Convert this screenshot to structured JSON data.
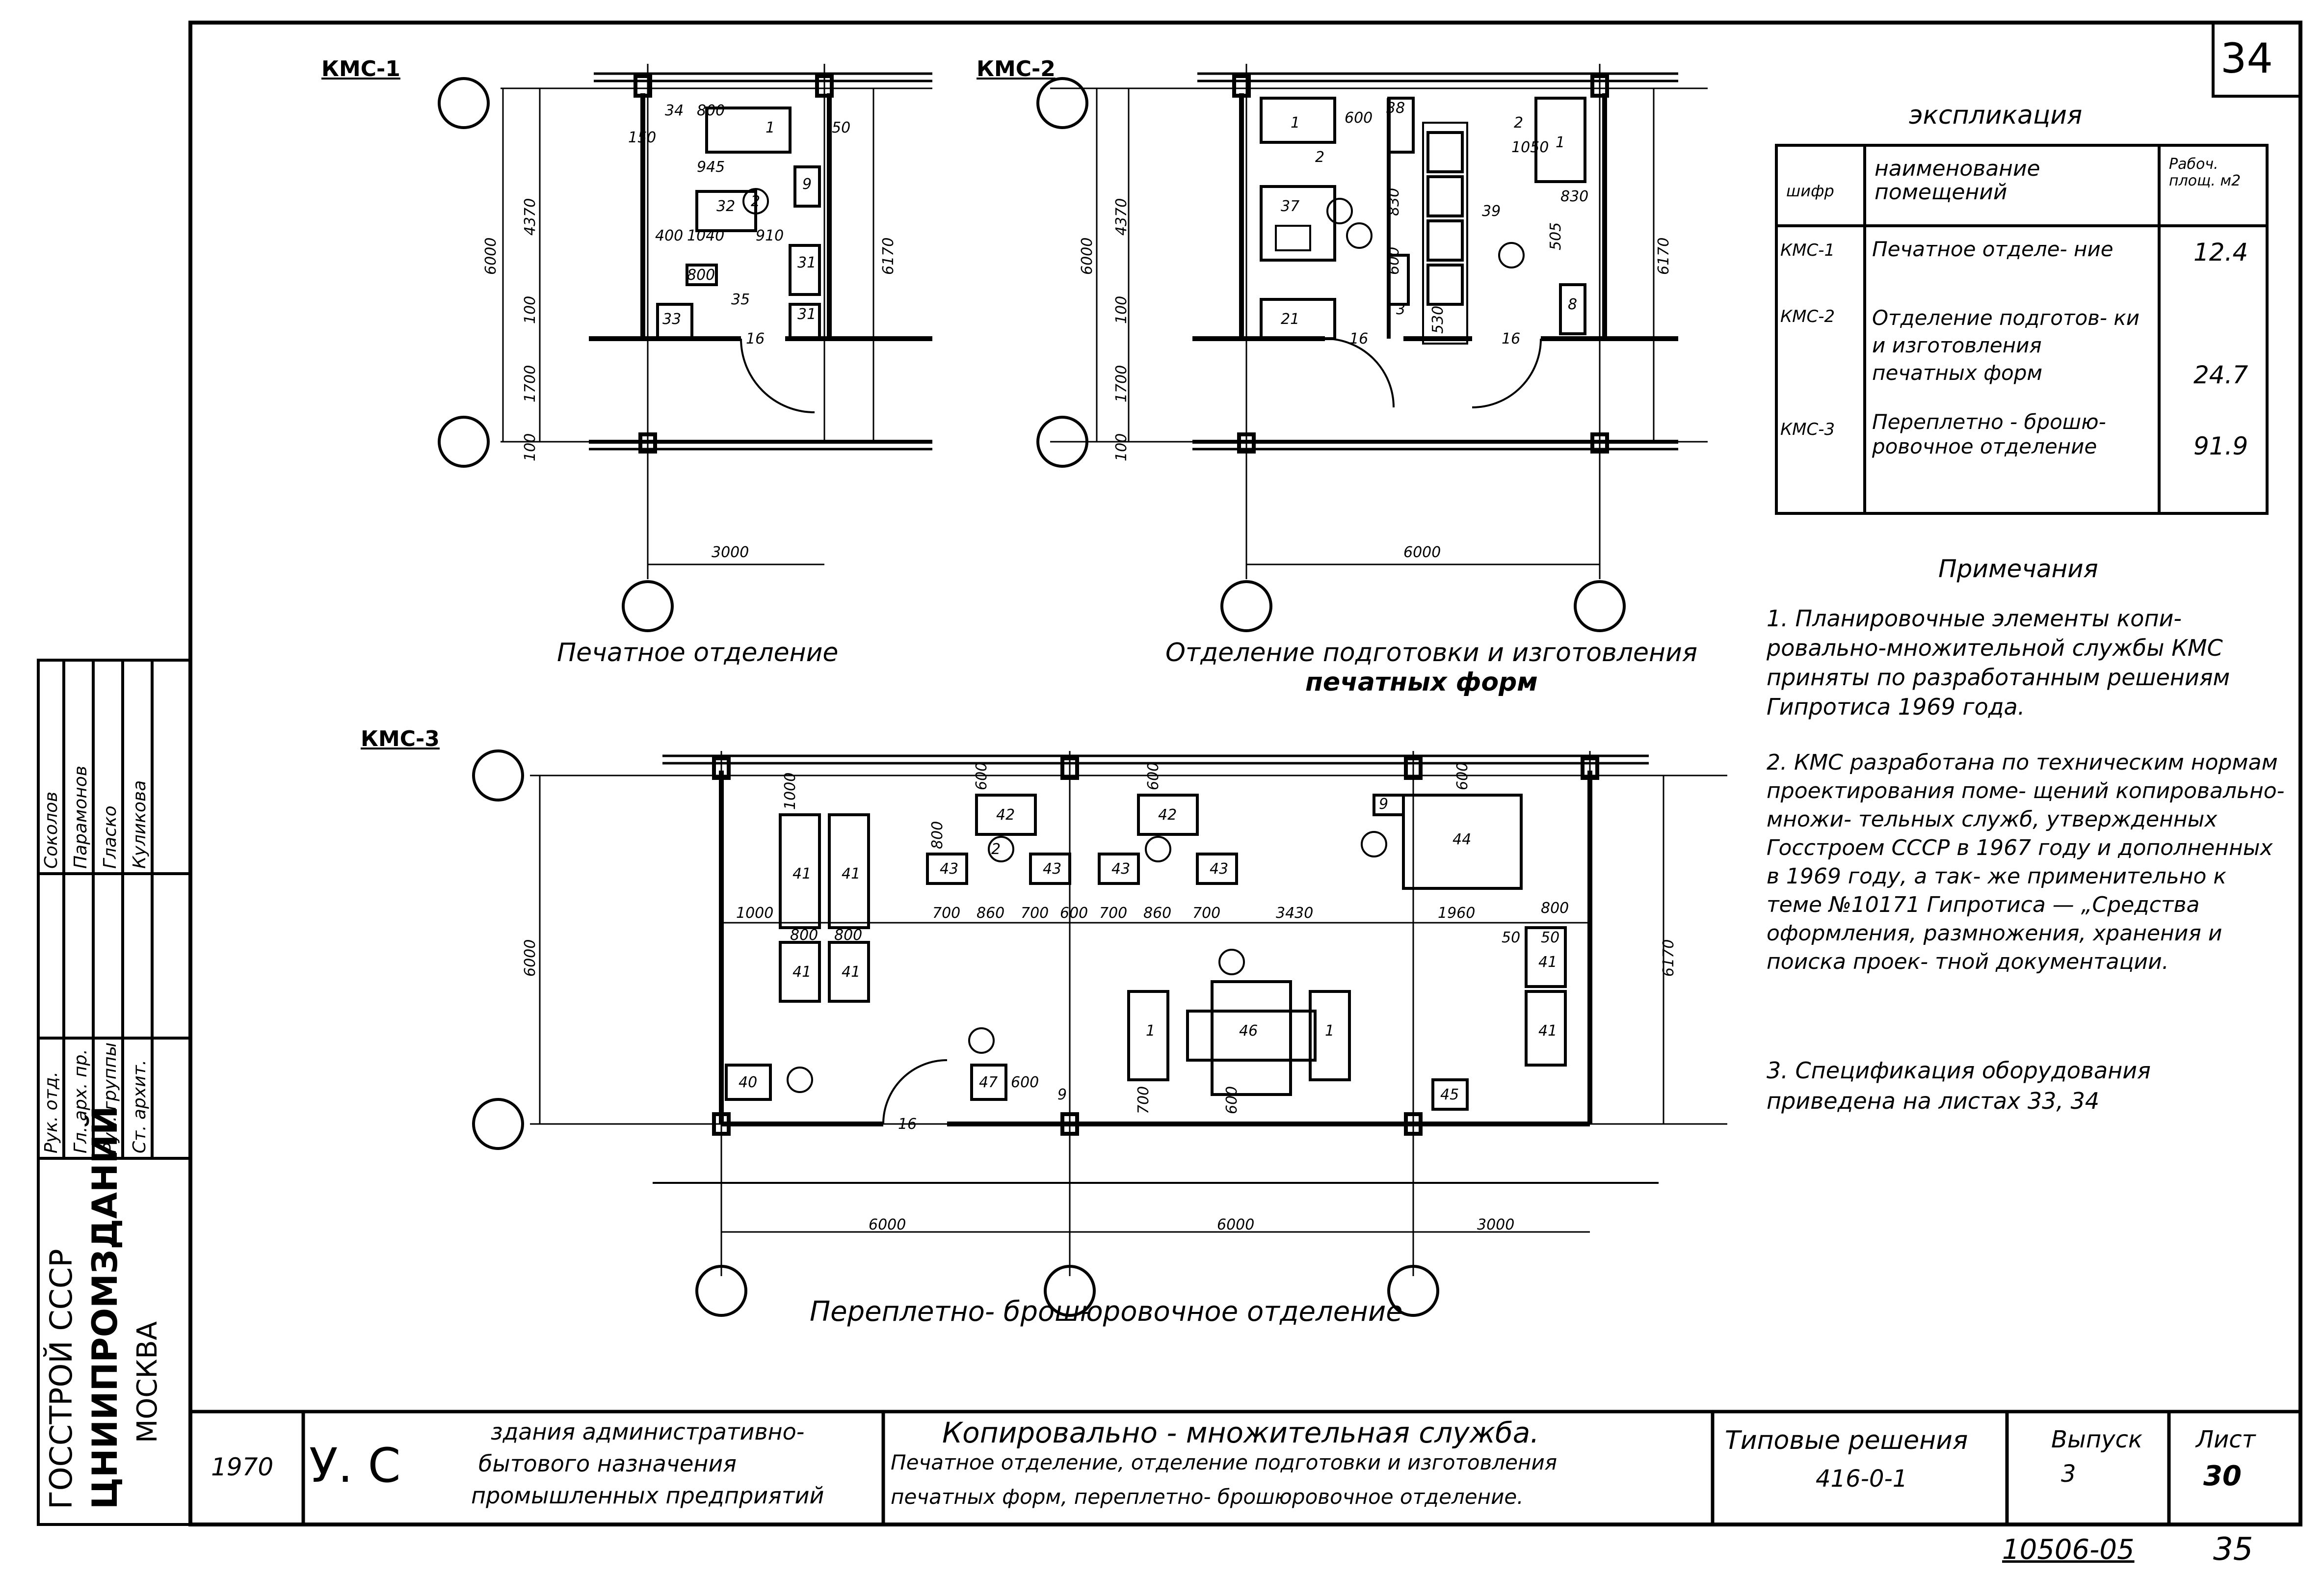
{
  "sheet": {
    "sheet_number_top": "34",
    "sheet_number_bottom_left": "10506-05",
    "sheet_number_bottom_right": "35"
  },
  "plans": {
    "kms1": {
      "tag": "КМС-1",
      "caption": "Печатное отделение",
      "dims": [
        "6000",
        "4370",
        "100",
        "1700",
        "100",
        "6170",
        "3000",
        "34",
        "800",
        "150",
        "50",
        "945",
        "1040",
        "910",
        "400",
        "800",
        "35"
      ],
      "rooms": [
        "1",
        "2",
        "9",
        "32",
        "31",
        "31",
        "33",
        "16"
      ]
    },
    "kms2": {
      "tag": "КМС-2",
      "caption_line1": "Отделение подготовки и изготовления",
      "caption_line2": "печатных форм",
      "dims": [
        "6000",
        "4370",
        "100",
        "1700",
        "100",
        "6170",
        "6000",
        "600",
        "38",
        "1050",
        "830",
        "830",
        "600",
        "505",
        "530"
      ],
      "rooms": [
        "1",
        "2",
        "37",
        "2",
        "1",
        "39",
        "21",
        "8",
        "3",
        "16",
        "16"
      ]
    },
    "kms3": {
      "tag": "КМС-3",
      "caption": "Переплетно- брошюровочное отделение",
      "dims": [
        "6000",
        "6170",
        "1000",
        "600",
        "600",
        "600",
        "800",
        "1000",
        "700",
        "860",
        "700",
        "600",
        "700",
        "860",
        "700",
        "3430",
        "1960",
        "800",
        "800",
        "800",
        "50",
        "50",
        "600",
        "700",
        "600",
        "6000",
        "6000",
        "3000"
      ],
      "rooms": [
        "42",
        "42",
        "9",
        "44",
        "41",
        "41",
        "43",
        "43",
        "43",
        "43",
        "41",
        "41",
        "41",
        "41",
        "1",
        "46",
        "1",
        "40",
        "47",
        "9",
        "45",
        "2",
        "16"
      ]
    }
  },
  "explication": {
    "title": "экспликация",
    "headers": [
      "шифр",
      "наименование помещений",
      "Рабоч. площ. м2"
    ],
    "rows": [
      {
        "code": "КМС-1",
        "name": "Печатное отделе- ние",
        "area": "12.4"
      },
      {
        "code": "КМС-2",
        "name": "Отделение подготов- ки и изготовления печатных форм",
        "area": "24.7"
      },
      {
        "code": "КМС-3",
        "name": "Переплетно - брошю- ровочное отделение",
        "area": "91.9"
      }
    ]
  },
  "notes": {
    "title": "Примечания",
    "items": [
      "1. Планировочные элементы копи- ровально-множительной службы КМС приняты по разработанным решениям Гипротиса 1969 года.",
      "2. КМС разработана по техническим нормам проектирования поме- щений копировально-множи- тельных служб, утвержденных Госстроем СССР в 1967 году и дополненных в 1969 году, а так- же применительно к теме №10171 Гипротиса — „Средства оформления, размножения, хранения и поиска проек- тной документации.",
      "3. Спецификация оборудования приведена на листах 33, 34"
    ]
  },
  "stamp": {
    "org_line1": "ГОССТРОЙ СССР",
    "org_line2": "ЦНИИПРОМЗДАНИЙ",
    "org_line3": "МОСКВА",
    "roles": [
      "Рук. отд.",
      "Гл. арх. пр.",
      "Рук. группы",
      "Ст. архит."
    ],
    "names": [
      "Соколов",
      "Парамонов",
      "Гласко",
      "Куликова"
    ],
    "year": "1970",
    "us": "У. С",
    "building_line1": "здания административно-",
    "building_line2": "бытового назначения",
    "building_line3": "промышленных предприятий",
    "title_line1": "Копировально - множительная служба.",
    "title_line2": "Печатное отделение, отделение подготовки и изготовления",
    "title_line3": "печатных форм, переплетно- брошюровочное отделение.",
    "series_line1": "Типовые решения",
    "series_line2": "416-0-1",
    "issue_label": "Выпуск",
    "issue_value": "3",
    "sheet_label": "Лист",
    "sheet_value": "30"
  }
}
